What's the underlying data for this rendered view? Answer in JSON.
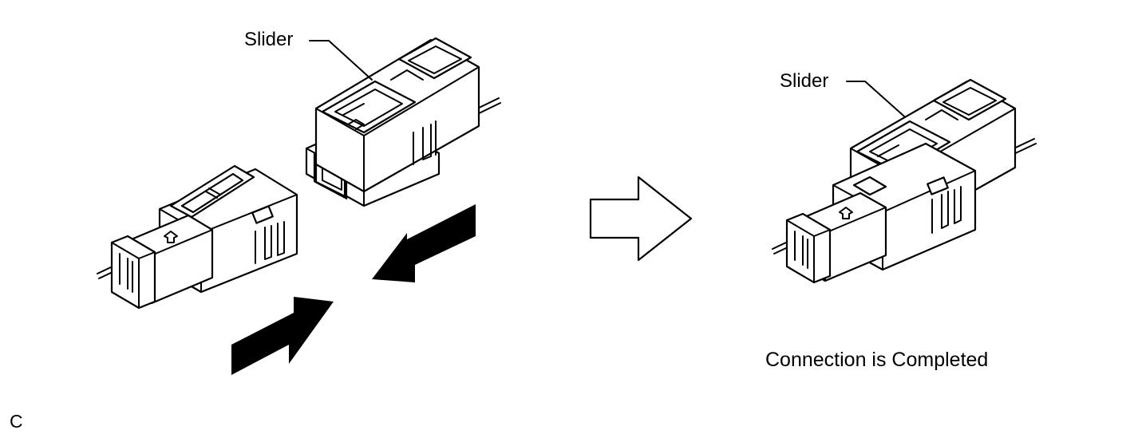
{
  "labels": {
    "slider_left": "Slider",
    "slider_right": "Slider",
    "caption": "Connection is Completed",
    "corner_mark": "C"
  },
  "icons": {
    "push_arrows": "solid-black-arrows",
    "result_arrow": "outline-right-arrow"
  },
  "colors": {
    "ink": "#000000",
    "paper": "#ffffff"
  }
}
